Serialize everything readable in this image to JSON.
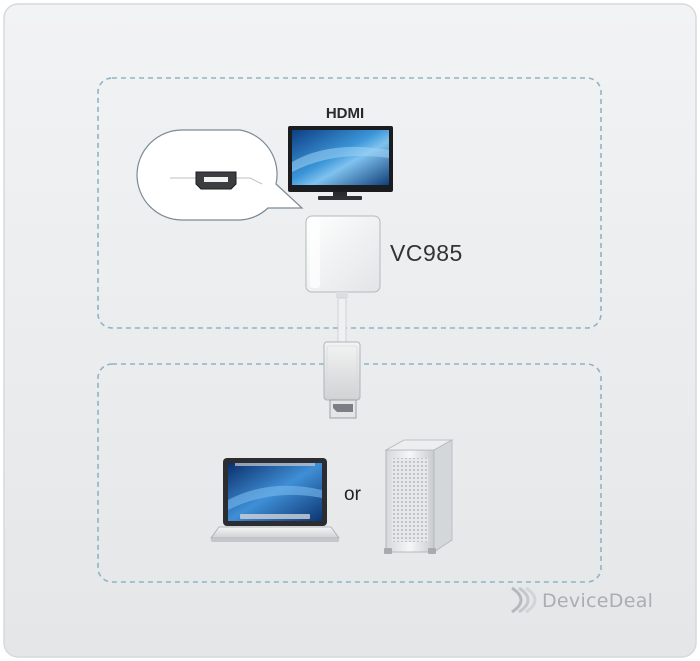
{
  "labels": {
    "hdmi": "HDMI",
    "model": "VC985",
    "or": "or"
  },
  "watermark": {
    "text": "DeviceDeal"
  },
  "colors": {
    "background": "#e9ebec",
    "dashed_border": "#8fb3c6",
    "screen_blue": "#2f7fc2",
    "device_white": "#f6f6f6"
  }
}
